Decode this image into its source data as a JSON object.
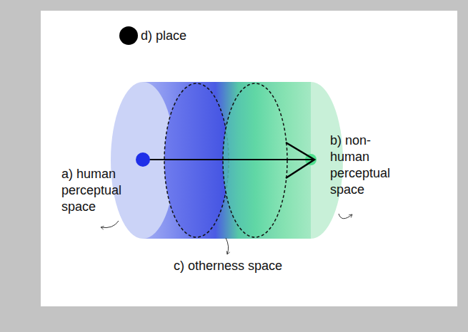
{
  "diagram": {
    "nodes": [
      {
        "text": [
          "a) human perceptual space"
        ]
      },
      {
        "text": [
          "b) non-human perceptual space"
        ]
      },
      {
        "text": [
          "c) otherness space"
        ]
      },
      {
        "text": [
          "d) place"
        ]
      }
    ],
    "edges": [
      {
        "from": 0,
        "to": 1,
        "arrow": "to"
      }
    ]
  }
}
